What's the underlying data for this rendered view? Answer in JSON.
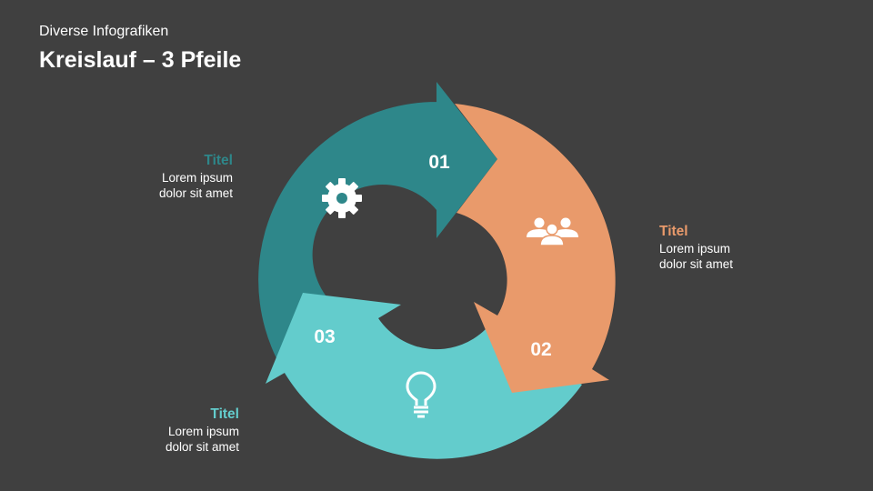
{
  "header": {
    "subtitle": "Diverse Infografiken",
    "title": "Kreislauf – 3 Pfeile"
  },
  "steps": [
    {
      "number": "01",
      "icon": "gear-icon",
      "color": "#2e878a",
      "title": "Titel",
      "line1": "Lorem ipsum",
      "line2": "dolor sit amet"
    },
    {
      "number": "02",
      "icon": "people-icon",
      "color": "#e99a6b",
      "title": "Titel",
      "line1": "Lorem ipsum",
      "line2": "dolor sit amet"
    },
    {
      "number": "03",
      "icon": "lightbulb-icon",
      "color": "#63cccc",
      "title": "Titel",
      "line1": "Lorem ipsum",
      "line2": "dolor sit amet"
    }
  ]
}
